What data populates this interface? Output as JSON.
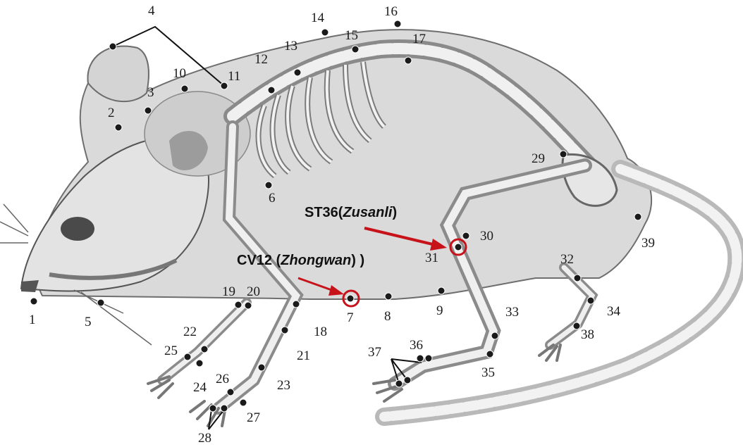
{
  "colors": {
    "body_fill": "#dadada",
    "body_outline": "#6e6e6e",
    "bone": "#efefef",
    "bone_shade": "#9a9a9a",
    "acupoint": "#1a1a1a",
    "highlight": "#c8121a"
  },
  "callouts": {
    "st36": {
      "prefix": "ST36(",
      "name": "Zusanli",
      "suffix": ")"
    },
    "cv12": {
      "prefix": "CV12 (",
      "name": "Zhongwan",
      "suffix": ") )"
    }
  },
  "labels": {
    "n1": "1",
    "n2": "2",
    "n3": "3",
    "n4": "4",
    "n5": "5",
    "n6": "6",
    "n7": "7",
    "n8": "8",
    "n9": "9",
    "n10": "10",
    "n11": "11",
    "n12": "12",
    "n13": "13",
    "n14": "14",
    "n15": "15",
    "n16": "16",
    "n17": "17",
    "n18": "18",
    "n19": "19",
    "n20": "20",
    "n21": "21",
    "n22": "22",
    "n23": "23",
    "n24": "24",
    "n25": "25",
    "n26": "26",
    "n27": "27",
    "n28": "28",
    "n29": "29",
    "n30": "30",
    "n31": "31",
    "n32": "32",
    "n33": "33",
    "n34": "34",
    "n35": "35",
    "n36": "36",
    "n37": "37",
    "n38": "38",
    "n39": "39"
  }
}
